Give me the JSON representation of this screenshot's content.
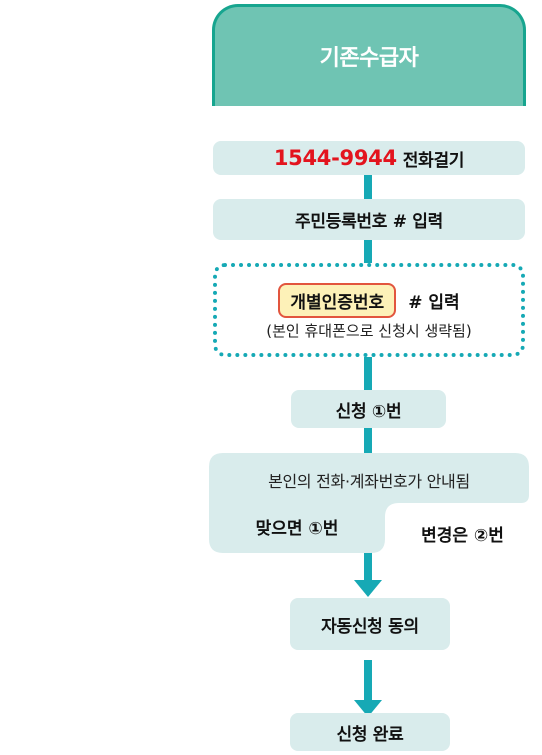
{
  "header": {
    "title": "기존수급자"
  },
  "steps": {
    "call_number": "1544-9944",
    "call_text": "전화걸기",
    "rrn": "주민등록번호 # 입력",
    "pin_pill": "개별인증번호",
    "pin_suffix": "# 입력",
    "pin_note": "(본인 휴대폰으로 신청시 생략됨)",
    "apply": "신청 ①번",
    "info_line": "본인의 전화·계좌번호가 안내됨",
    "correct": "맞으면 ①번",
    "change": "변경은 ②번",
    "auto": "자동신청 동의",
    "done": "신청 완료"
  },
  "colors": {
    "header_fill": "#6fc4b3",
    "header_border": "#17a58f",
    "box_fill": "#d9ecec",
    "connector": "#16a9b5",
    "highlight_red": "#e3141e",
    "pill_fill": "#fdf1b8",
    "pill_border": "#e2553e"
  }
}
